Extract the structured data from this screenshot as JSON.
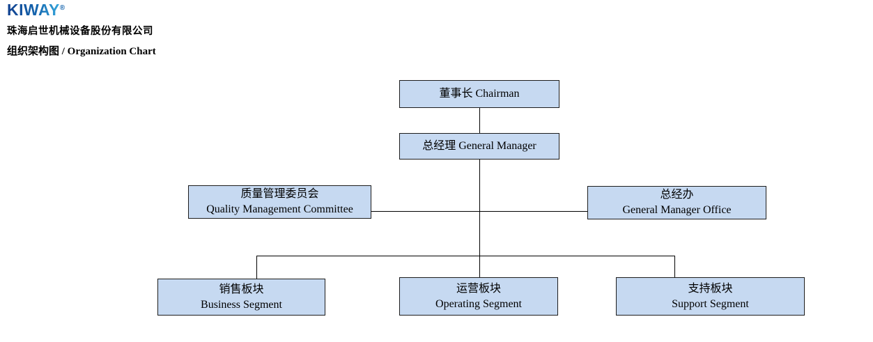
{
  "header": {
    "logo": {
      "text": "KIWAY",
      "reg": "®"
    },
    "company_name": "珠海启世机械设备股份有限公司",
    "chart_title": "组织架构图 / Organization Chart"
  },
  "org": {
    "box_fill": "#c6d9f1",
    "box_border": "#1c1c1c",
    "line_color": "#000000",
    "logo_colors": {
      "dark": "#12418f",
      "mid": "#1565ae",
      "light": "#35a8dd"
    },
    "nodes": [
      {
        "id": "chairman",
        "lines": [
          "董事长 Chairman"
        ]
      },
      {
        "id": "general-manager",
        "lines": [
          "总经理 General Manager"
        ]
      },
      {
        "id": "quality-management-committee",
        "lines": [
          "质量管理委员会",
          "Quality Management Committee"
        ]
      },
      {
        "id": "general-manager-office",
        "lines": [
          "总经办",
          "General Manager Office"
        ]
      },
      {
        "id": "business-segment",
        "lines": [
          "销售板块",
          "Business Segment"
        ]
      },
      {
        "id": "operating-segment",
        "lines": [
          "运营板块",
          "Operating Segment"
        ]
      },
      {
        "id": "support-segment",
        "lines": [
          "支持板块",
          "Support Segment"
        ]
      }
    ],
    "relationships": [
      {
        "from": "董事长 Chairman",
        "to": "总经理 General Manager"
      },
      {
        "from": "总经理 General Manager",
        "to": "质量管理委员会 Quality Management Committee"
      },
      {
        "from": "总经理 General Manager",
        "to": "总经办 General Manager Office"
      },
      {
        "from": "总经理 General Manager",
        "to": "销售板块 Business Segment"
      },
      {
        "from": "总经理 General Manager",
        "to": "运营板块 Operating Segment"
      },
      {
        "from": "总经理 General Manager",
        "to": "支持板块 Support Segment"
      }
    ]
  }
}
